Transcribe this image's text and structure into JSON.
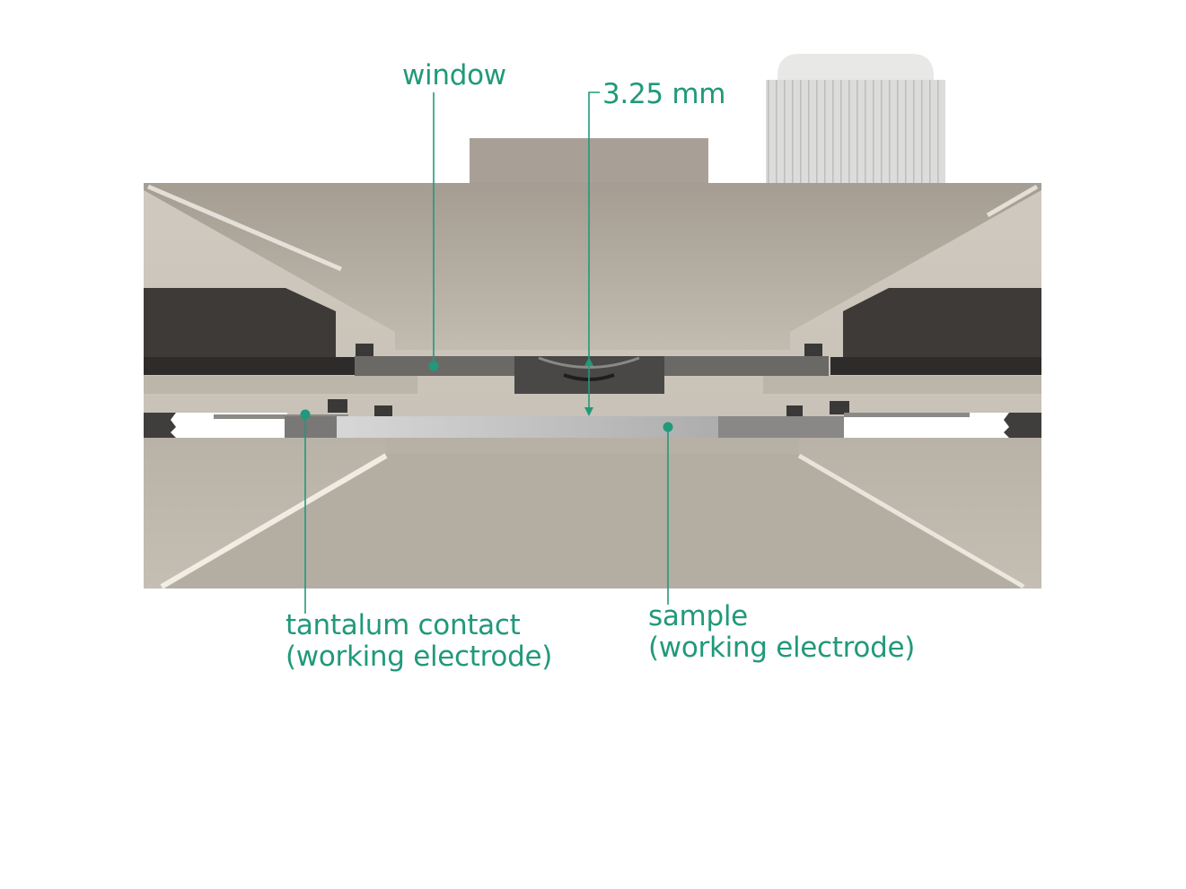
{
  "figure": {
    "accent_color": "#21997a",
    "background_color": "#ffffff",
    "body_color": "#c6c0b5"
  },
  "labels": {
    "window": {
      "text": "window"
    },
    "gap": {
      "text": "3.25 mm"
    },
    "tantalum_contact": {
      "line1": "tantalum contact",
      "line2": "(working electrode)"
    },
    "sample": {
      "line1": "sample",
      "line2": "(working electrode)"
    }
  },
  "parts": [
    {
      "name": "knurled-knob"
    },
    {
      "name": "top-block"
    },
    {
      "name": "upper-housing"
    },
    {
      "name": "window"
    },
    {
      "name": "sample"
    },
    {
      "name": "tantalum-contact"
    },
    {
      "name": "lower-housing"
    }
  ]
}
